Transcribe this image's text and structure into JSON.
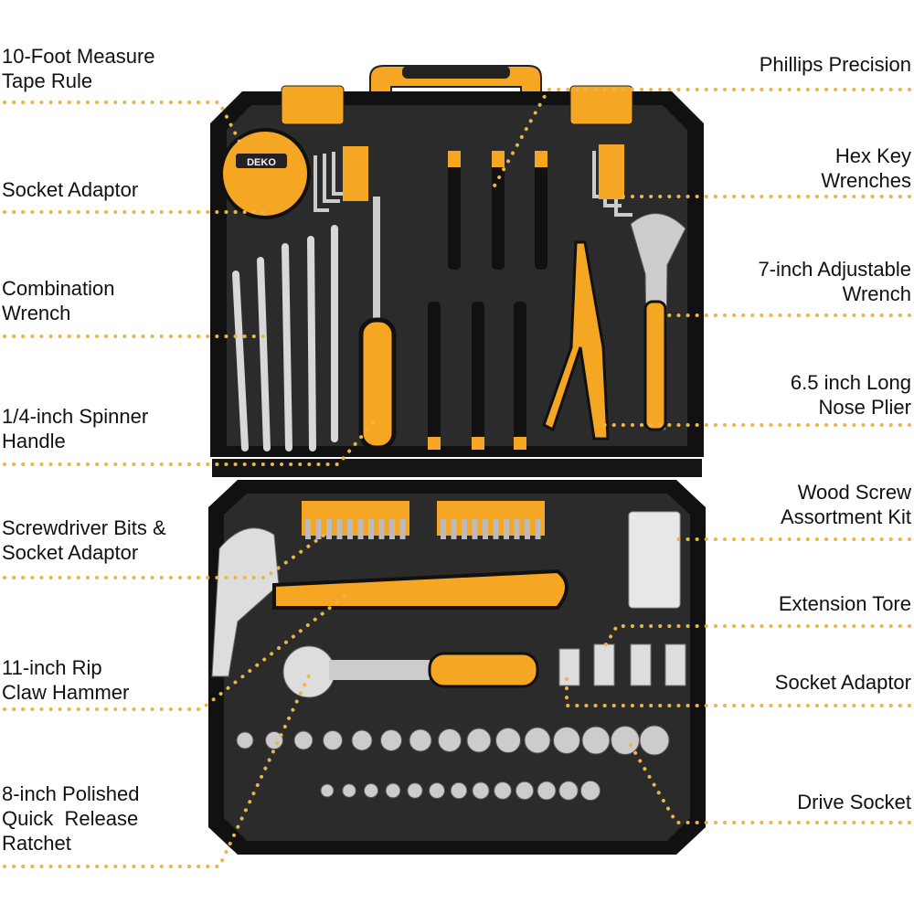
{
  "labels_left": [
    {
      "text": "10-Foot Measure\nTape Rule"
    },
    {
      "text": "Socket Adaptor"
    },
    {
      "text": "Combination\nWrench"
    },
    {
      "text": "1/4-inch Spinner\nHandle"
    },
    {
      "text": "Screwdriver Bits &\nSocket Adaptor"
    },
    {
      "text": "11-inch Rip\nClaw Hammer"
    },
    {
      "text": "8-inch Polished\nQuick  Release\nRatchet"
    }
  ],
  "labels_right": [
    {
      "text": "Phillips Precision"
    },
    {
      "text": "Hex Key\nWrenches"
    },
    {
      "text": "7-inch Adjustable\nWrench"
    },
    {
      "text": "6.5 inch Long\nNose Plier"
    },
    {
      "text": "Wood Screw\nAssortment Kit"
    },
    {
      "text": "Extension Tore"
    },
    {
      "text": "Socket Adaptor"
    },
    {
      "text": "Drive Socket"
    }
  ],
  "colors": {
    "accent": "#f5a623",
    "leader": "#e8b64a",
    "case": "#2b2b2b",
    "rim": "#111111"
  },
  "brand": "DEKO"
}
